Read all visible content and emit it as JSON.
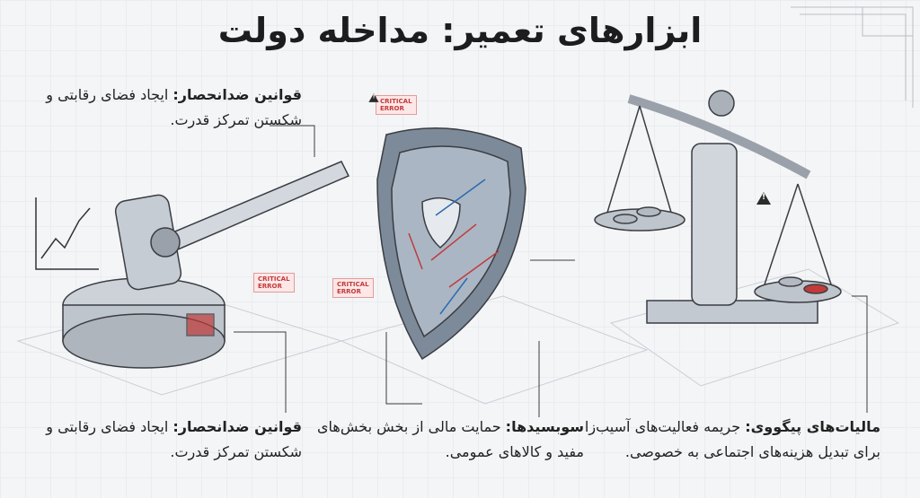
{
  "title": "ابزارهای تعمیر: مداخله دولت",
  "notes": {
    "top_left": {
      "bold": "قوانین ضدانحصار:",
      "text": " ایجاد فضای رقابتی و شکستن تمرکز قدرت."
    },
    "bottom_left": {
      "bold": "قوانین ضدانحصار:",
      "text": " ایجاد فضای رقابتی و شکستن تمرکز قدرت."
    },
    "bottom_middle": {
      "bold": "سوبسیدها:",
      "text": " حمایت مالی از بخش بخش‌های مفید و کالاهای عمومی."
    },
    "bottom_right": {
      "bold": "مالیات‌های پیگووی:",
      "text": " جریمه فعالیت‌های آسیب‌زا برای تبدیل هزینه‌های اجتماعی به خصوصی."
    }
  },
  "error_tags": {
    "shield_top": "CRITICAL\nERROR",
    "shield_left": "CRITICAL\nERROR",
    "gavel": "CRITICAL\nERROR"
  },
  "colors": {
    "accent": "#c23a3a",
    "ink": "#1d1d1f",
    "paper": "#f4f5f7"
  }
}
